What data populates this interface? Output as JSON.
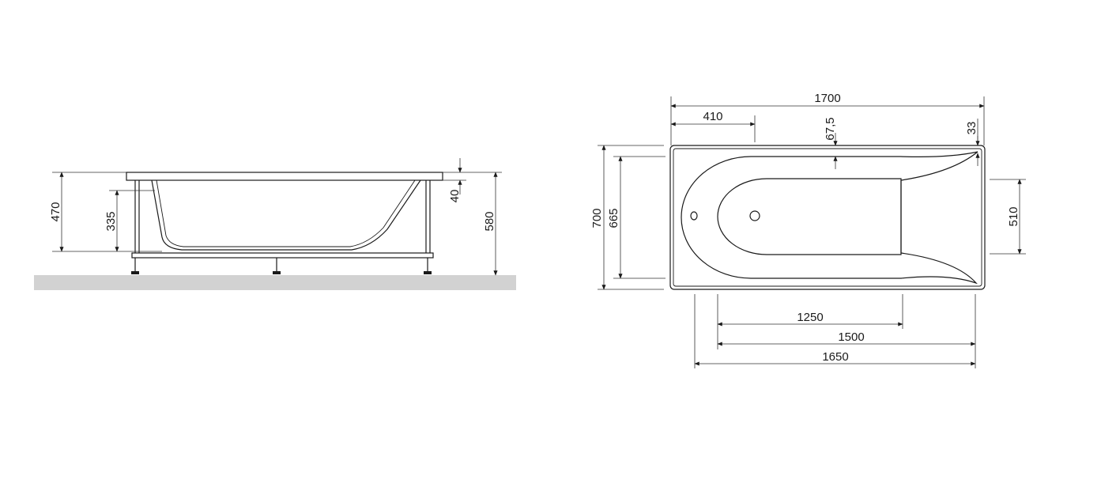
{
  "colors": {
    "line": "#1a1a1a",
    "floor": "#d2d2d2",
    "background": "#ffffff"
  },
  "side_view": {
    "dims": {
      "overall_height": "470",
      "inner_depth": "335",
      "rim_thickness": "40",
      "height_from_floor": "580"
    }
  },
  "top_view": {
    "dims": {
      "length": "1700",
      "drain_offset": "410",
      "rim_offset": "67,5",
      "corner_offset": "33",
      "width": "700",
      "inner_width": "665",
      "bottom_width": "510",
      "bottom_flat_length": "1250",
      "bottom_length": "1500",
      "inner_length": "1650"
    }
  }
}
